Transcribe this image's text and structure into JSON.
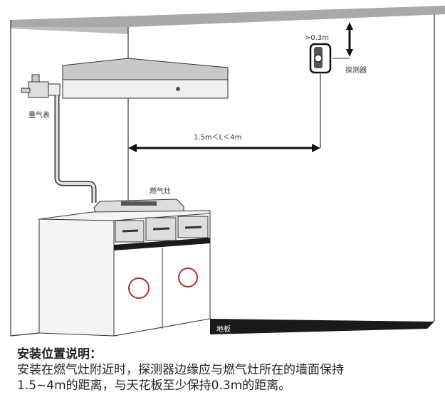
{
  "labels": {
    "detector_height": ">0.3m",
    "detector": "探测器",
    "gas_meter": "量气表",
    "distance": "1.5m＜L＜4m",
    "stove": "燃气灶",
    "floor": "地板"
  },
  "caption": {
    "title": "安装位置说明：",
    "line1": "安装在燃气灶附近时，探测器边缘应与燃气灶所在的墙面保持",
    "line2": "1.5~4m的距离，与天花板至少保持0.3m的距离。"
  },
  "colors": {
    "ceiling": "#a9a9a9",
    "floor": "#1a1a1a",
    "door_circle": "#b03030"
  }
}
